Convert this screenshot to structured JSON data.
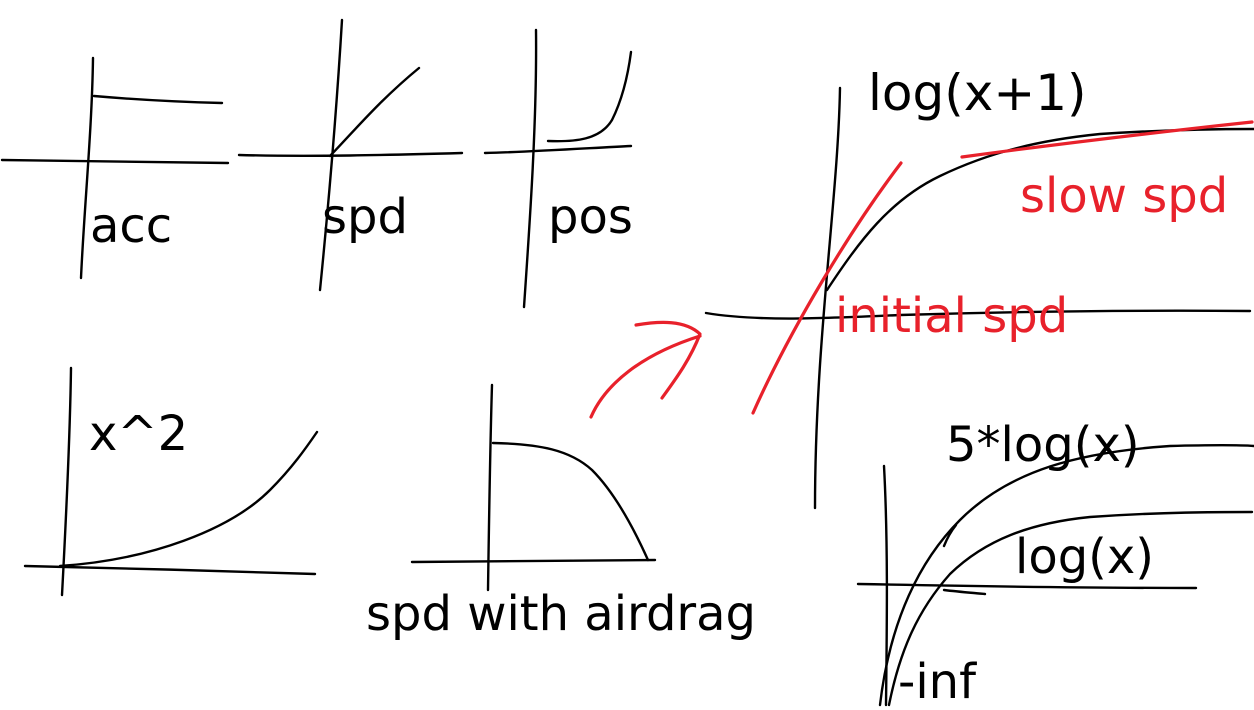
{
  "colors": {
    "ink": "#000000",
    "annotation": "#e8212b",
    "background": "#ffffff"
  },
  "sketches": {
    "acc": {
      "label": "acc"
    },
    "spd": {
      "label": "spd"
    },
    "pos": {
      "label": "pos"
    },
    "x_squared": {
      "label": "x^2"
    },
    "airdrag": {
      "label": "spd with airdrag"
    },
    "log_x_plus_1": {
      "label": "log(x+1)",
      "annotations": {
        "slow": "slow spd",
        "initial": "initial spd"
      }
    },
    "log_family": {
      "label_5log": "5*log(x)",
      "label_log": "log(x)",
      "label_neg_inf": "-inf"
    }
  }
}
